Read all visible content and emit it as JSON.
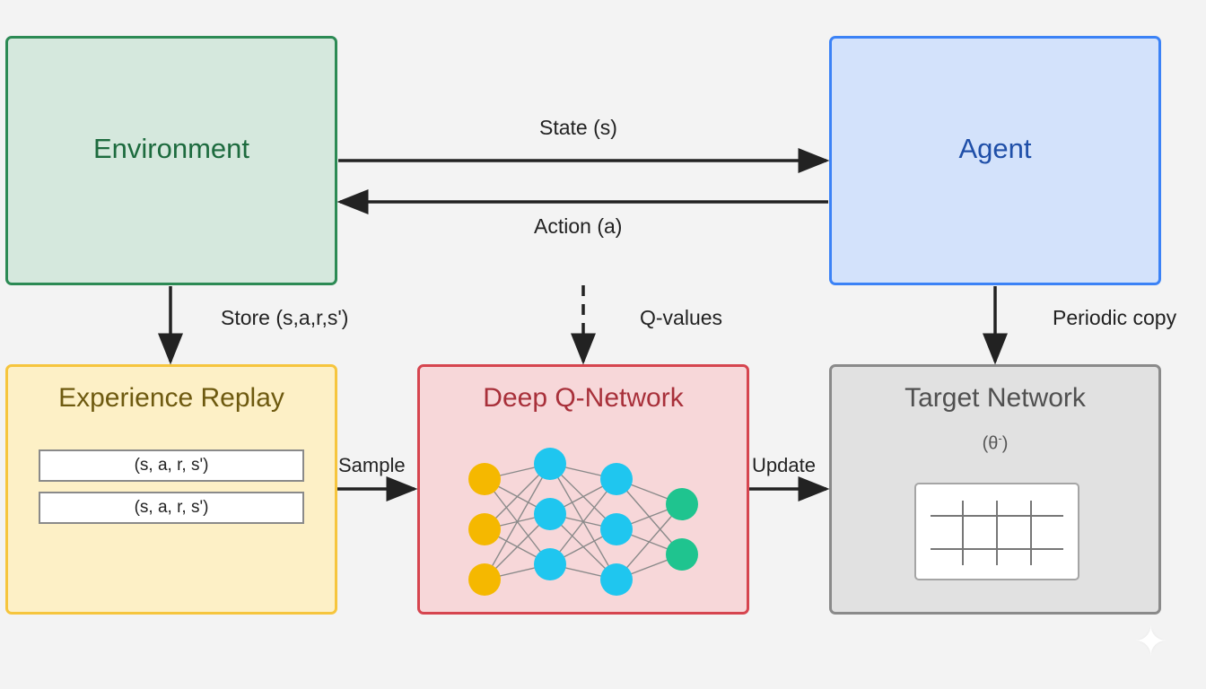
{
  "nodes": {
    "environment": {
      "title": "Environment"
    },
    "agent": {
      "title": "Agent"
    },
    "experience_replay": {
      "title": "Experience Replay",
      "entries": [
        "(s, a, r, s')",
        "(s, a, r, s')"
      ]
    },
    "deep_q_network": {
      "title": "Deep Q-Network"
    },
    "target_network": {
      "title": "Target Network",
      "param": "(θ",
      "param_sup": "-",
      "param_close": ")"
    }
  },
  "edges": {
    "state": "State (s)",
    "action": "Action (a)",
    "store": "Store (s,a,r,s')",
    "q_values": "Q-values",
    "periodic_copy": "Periodic copy",
    "sample": "Sample",
    "update": "Update"
  },
  "colors": {
    "environment": "#2c8a54",
    "agent": "#3b82f6",
    "experience_replay": "#f6c53d",
    "deep_q_network": "#d6454f",
    "target_network": "#8a8a8a",
    "input_neuron": "#f5b800",
    "hidden_neuron": "#1fc6ef",
    "output_neuron": "#1fc48f"
  },
  "network": {
    "layers": [
      3,
      3,
      3,
      2
    ]
  }
}
